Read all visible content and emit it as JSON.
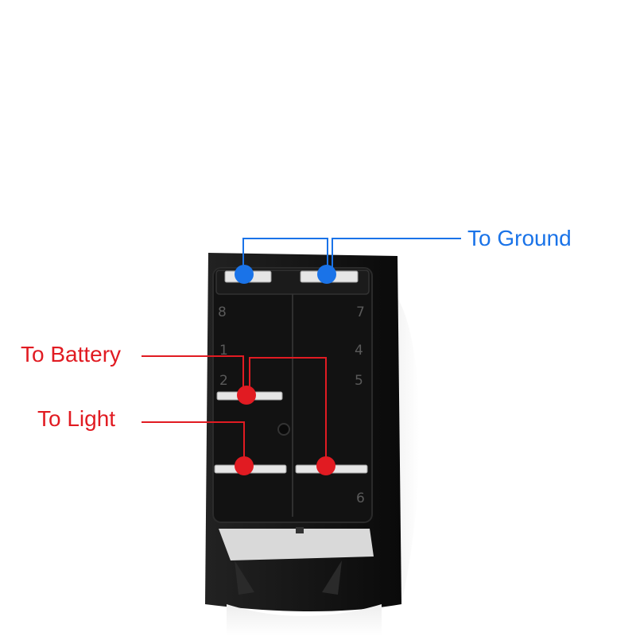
{
  "labels": {
    "ground": "To Ground",
    "battery": "To Battery",
    "light": "To Light"
  },
  "colors": {
    "ground": "#1a73e8",
    "battery": "#e11b22",
    "light": "#e11b22",
    "body": "#0d0d0d"
  },
  "pins": {
    "p8": "8",
    "p7": "7",
    "p1": "1",
    "p2": "2",
    "p4": "4",
    "p5": "5",
    "p6": "6"
  }
}
